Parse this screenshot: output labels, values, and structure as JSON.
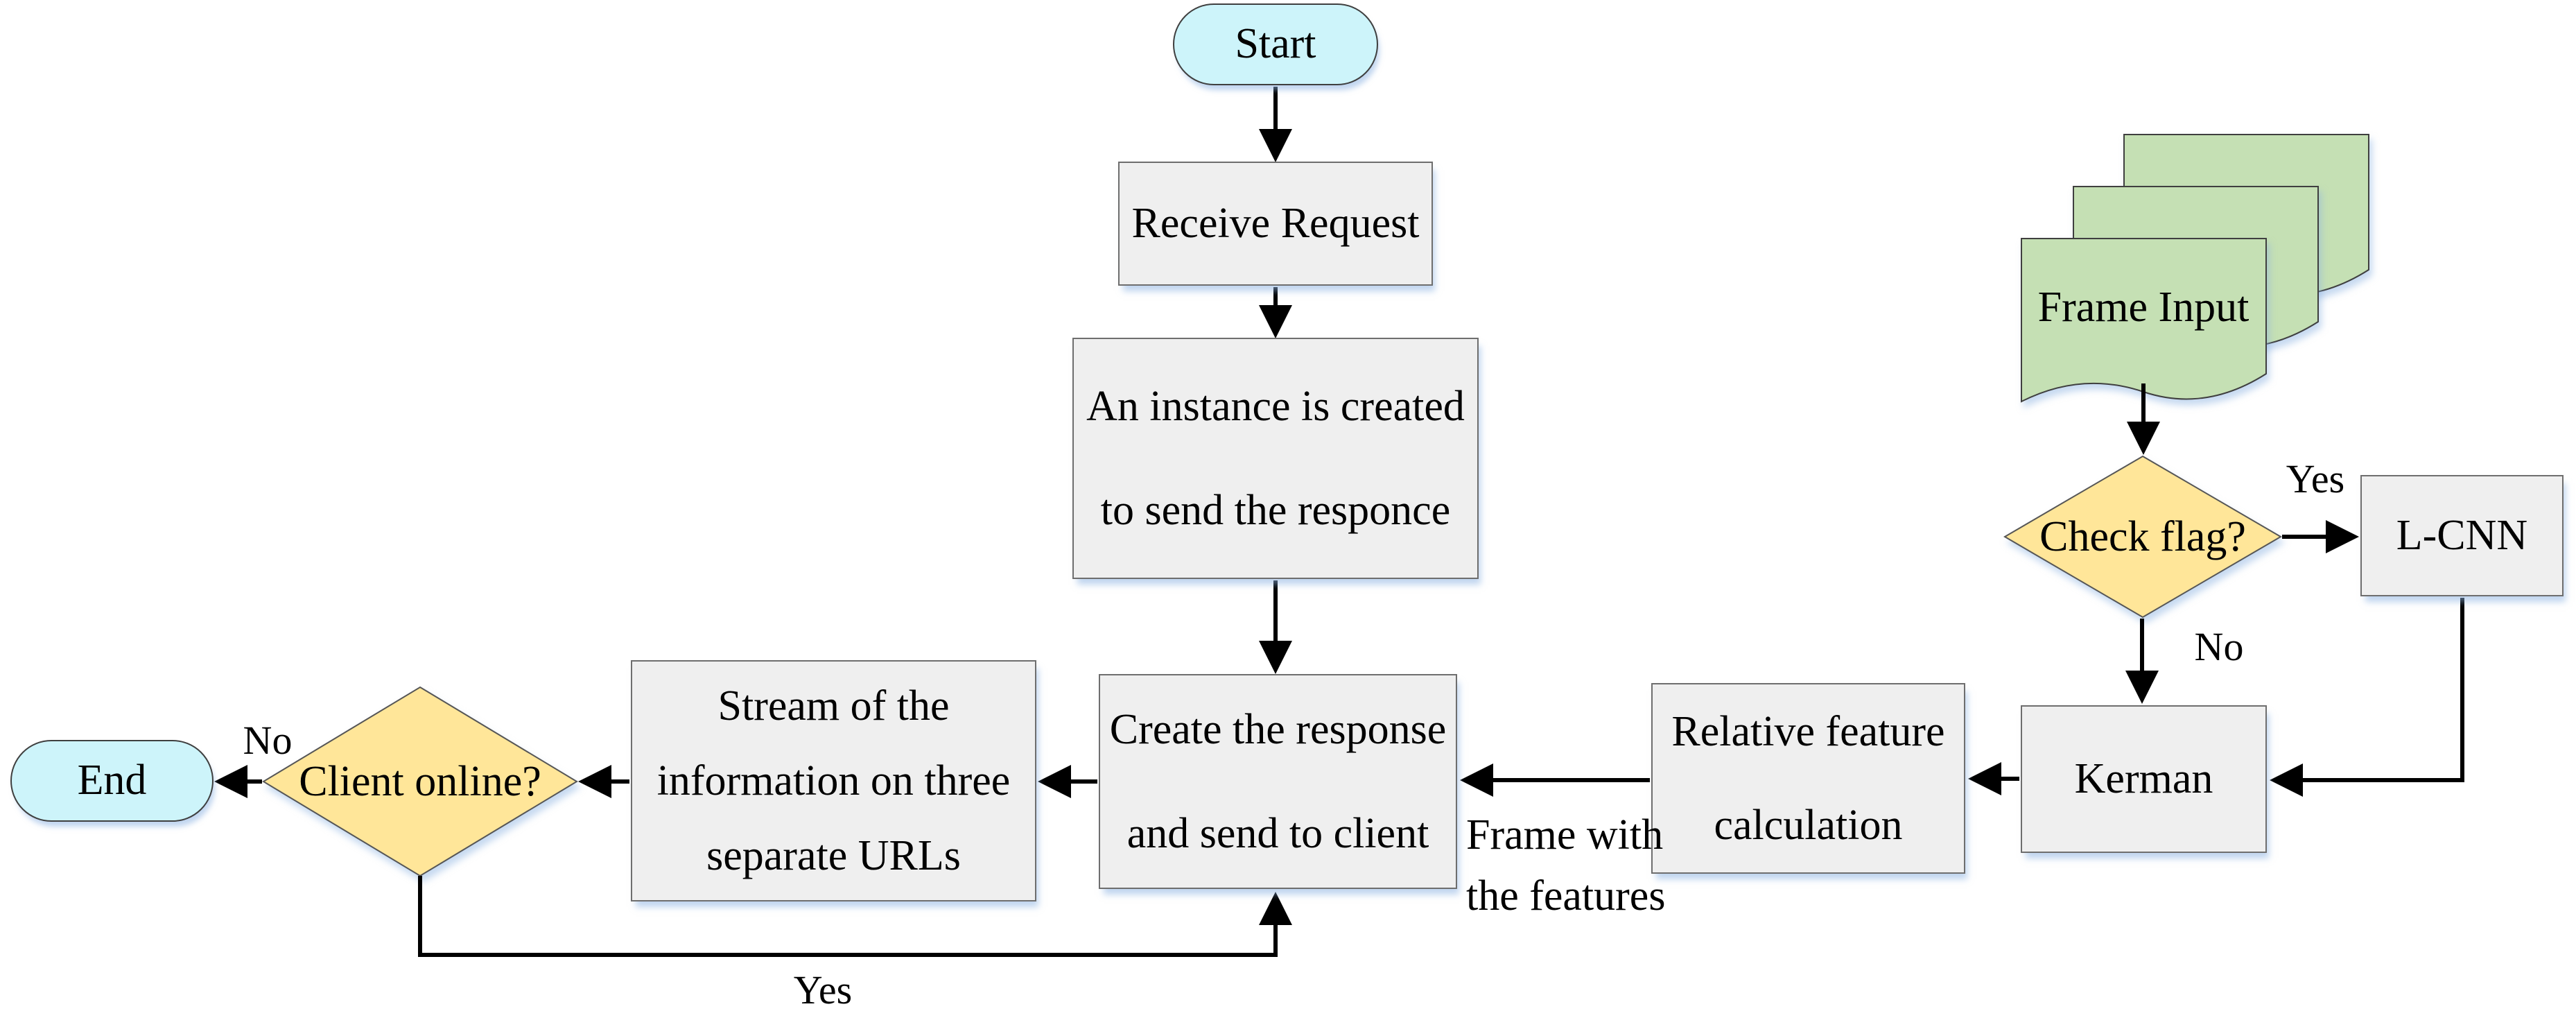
{
  "diagram": {
    "type": "flowchart",
    "colors": {
      "terminal-fill": "#cdf4fa",
      "process-fill": "#efefef",
      "decision-fill": "#ffe699",
      "data-fill": "#c5e0b4",
      "wire-color": "#000000"
    },
    "nodes": {
      "start": {
        "shape": "terminal",
        "label": "Start"
      },
      "receive_request": {
        "shape": "process",
        "label": "Receive Request"
      },
      "instance_created": {
        "shape": "process",
        "label": "An instance is created\nto send the responce"
      },
      "create_response": {
        "shape": "process",
        "label": "Create the response\nand send to client"
      },
      "stream_info": {
        "shape": "process",
        "label": "Stream of the\ninformation on three\nseparate URLs"
      },
      "client_online": {
        "shape": "decision",
        "label": "Client online?"
      },
      "end": {
        "shape": "terminal",
        "label": "End"
      },
      "frame_input": {
        "shape": "document",
        "label": "Frame Input"
      },
      "check_flag": {
        "shape": "decision",
        "label": "Check flag?"
      },
      "l_cnn": {
        "shape": "process",
        "label": "L-CNN"
      },
      "kerman": {
        "shape": "process",
        "label": "Kerman"
      },
      "relative_feature": {
        "shape": "process",
        "label": "Relative feature\ncalculation"
      }
    },
    "edge_labels": {
      "no_left": "No",
      "yes_bottom": "Yes",
      "yes_right": "Yes",
      "no_right": "No",
      "frame_features": "Frame with\nthe features"
    },
    "edges": [
      {
        "from": "start",
        "to": "receive_request",
        "label": ""
      },
      {
        "from": "receive_request",
        "to": "instance_created",
        "label": ""
      },
      {
        "from": "instance_created",
        "to": "create_response",
        "label": ""
      },
      {
        "from": "create_response",
        "to": "stream_info",
        "label": ""
      },
      {
        "from": "stream_info",
        "to": "client_online",
        "label": ""
      },
      {
        "from": "client_online",
        "to": "end",
        "label": "No"
      },
      {
        "from": "client_online",
        "to": "create_response",
        "label": "Yes"
      },
      {
        "from": "frame_input",
        "to": "check_flag",
        "label": ""
      },
      {
        "from": "check_flag",
        "to": "l_cnn",
        "label": "Yes"
      },
      {
        "from": "check_flag",
        "to": "kerman",
        "label": "No"
      },
      {
        "from": "l_cnn",
        "to": "kerman",
        "label": ""
      },
      {
        "from": "kerman",
        "to": "relative_feature",
        "label": ""
      },
      {
        "from": "relative_feature",
        "to": "create_response",
        "label": "Frame with the features"
      }
    ]
  }
}
